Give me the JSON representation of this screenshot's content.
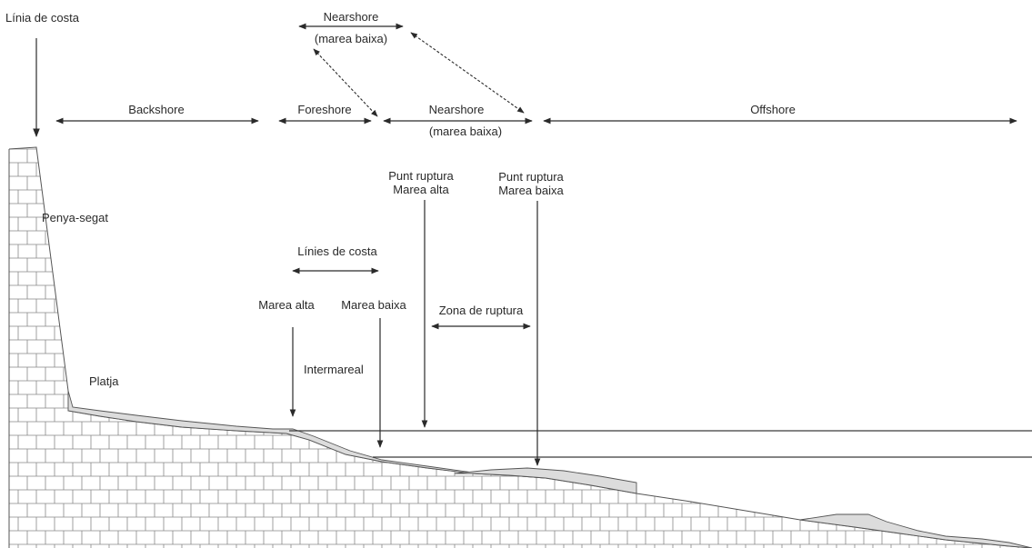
{
  "labels": {
    "coastline": "Línia de costa",
    "nearshore_top": "Nearshore",
    "nearshore_top_sub": "(marea baixa)",
    "backshore": "Backshore",
    "foreshore": "Foreshore",
    "nearshore": "Nearshore",
    "nearshore_sub": "(marea baixa)",
    "offshore": "Offshore",
    "cliff": "Penya-segat",
    "break_high_1": "Punt ruptura",
    "break_high_2": "Marea alta",
    "break_low_1": "Punt ruptura",
    "break_low_2": "Marea baixa",
    "coastlines": "Línies de costa",
    "high_tide": "Marea alta",
    "low_tide": "Marea baixa",
    "surf_zone": "Zona de ruptura",
    "intertidal": "Intermareal",
    "beach": "Platja"
  },
  "colors": {
    "line": "#2a2a2a",
    "sand": "#dcdcdc",
    "rock_lines": "#888888",
    "background": "#ffffff"
  }
}
